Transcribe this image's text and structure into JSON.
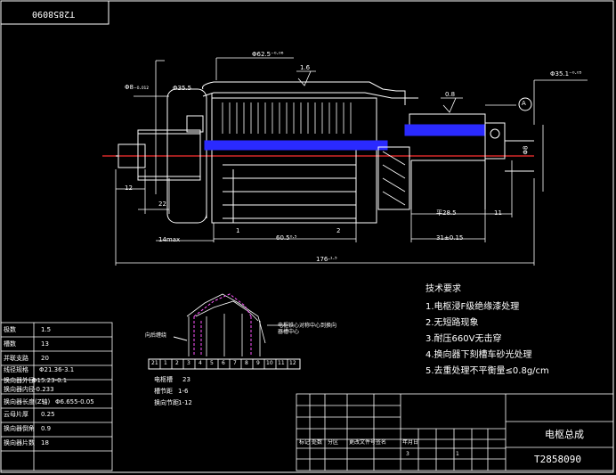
{
  "colors": {
    "background": "#000000",
    "line": "#ffffff",
    "centerline": "#ff3030",
    "insulation": "#2a2aff",
    "winding": "#ff55ff"
  },
  "top_label": "T2858090",
  "dimensions": {
    "d62_5": "Φ62.5⁻⁰·⁰⁶",
    "d35_5": "Φ35.5",
    "d8": "Φ8₋₀.₀₁₂",
    "d35_1": "Φ35.1⁻⁰·⁰⁵",
    "d8_right": "Φ8",
    "rough_1_6": "1.6",
    "rough_0_8": "0.8",
    "datum_a": "A",
    "dim_12": "12",
    "dim_22": "22",
    "dim_14max": "14max",
    "dim_1": "1",
    "dim_60_5": "60.5⁰·⁵",
    "dim_2": "2",
    "dim_28_5": "平28.5",
    "dim_11": "11",
    "dim_31": "31±0.15",
    "dim_176": "176-¹·⁵"
  },
  "requirements": {
    "title": "技术要求",
    "items": [
      "1.电枢浸F级绝缘漆处理",
      "2.无短路现象",
      "3.耐压660V无击穿",
      "4.换向器下刻槽车砂光处理",
      "5.去重处理不平衡量≤0.8g/cm"
    ]
  },
  "winding": {
    "left_label": "向后缠绕",
    "right_label": "电枢铁心对称中心到换向器槽中心",
    "segments": [
      "21",
      "1",
      "2",
      "3",
      "4",
      "5",
      "6",
      "7",
      "8",
      "9",
      "10",
      "11",
      "12"
    ],
    "info": [
      {
        "label": "电枢槽",
        "value": "23"
      },
      {
        "label": "槽节距",
        "value": "1-6"
      },
      {
        "label": "换向节距",
        "value": "1-12"
      }
    ]
  },
  "params": [
    {
      "label": "极数",
      "value": "1.5"
    },
    {
      "label": "槽数",
      "value": "13"
    },
    {
      "label": "并联支路",
      "value": "20"
    },
    {
      "label": "线径规格",
      "value": "Φ21.36-3.1"
    },
    {
      "label": "换向器外径",
      "value": "Φ15.23-0.1"
    },
    {
      "label": "换向器内径",
      "value": "-0.233"
    },
    {
      "label": "换向器长度(Z轴)",
      "value": "Φ6.655-0.05"
    },
    {
      "label": "云母片厚",
      "value": "0.25"
    },
    {
      "label": "换向器倒角",
      "value": "0.9"
    },
    {
      "label": "换向器片数",
      "value": "18"
    }
  ],
  "title_block": {
    "name": "电枢总成",
    "code": "T2858090",
    "scale_cells": [
      "3",
      "1"
    ],
    "row_labels": [
      "标记",
      "处数",
      "分区",
      "更改文件号",
      "签名",
      "年月日"
    ]
  }
}
